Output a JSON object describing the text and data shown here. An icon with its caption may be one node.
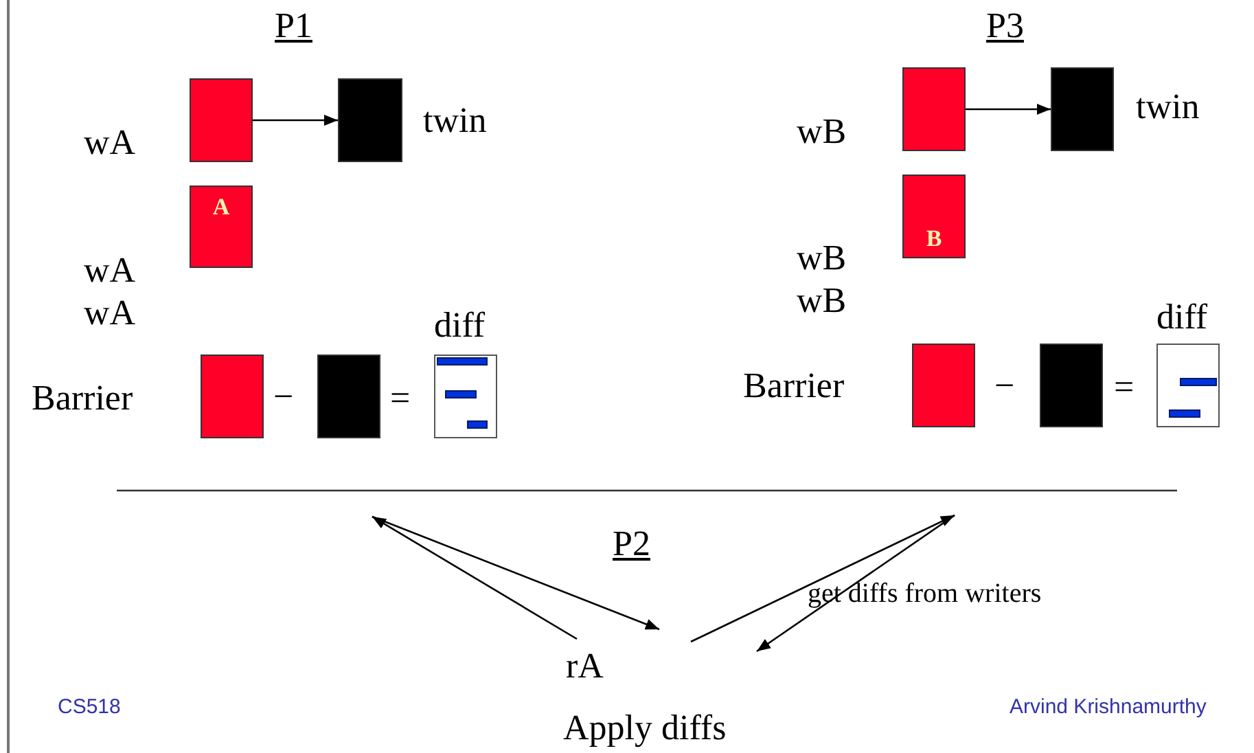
{
  "diagram": {
    "nodes": [
      {
        "text": [],
        "shape": "box"
      },
      {
        "text": [],
        "shape": "box",
        "beside": [
          "twin"
        ]
      },
      {
        "text": [
          "A"
        ]
      },
      {
        "text": [],
        "shape": "box"
      },
      {
        "text": [],
        "shape": "box"
      },
      {
        "text": [],
        "shape": "box",
        "beside": [
          "diff"
        ]
      },
      {
        "text": [],
        "shape": "box"
      },
      {
        "text": [],
        "shape": "box",
        "beside": [
          "twin"
        ]
      },
      {
        "text": [
          "B"
        ]
      },
      {
        "text": [],
        "shape": "box"
      },
      {
        "text": [],
        "shape": "box"
      },
      {
        "text": [],
        "shape": "box",
        "beside": [
          "diff"
        ]
      }
    ],
    "edges": [
      {
        "from": 0,
        "to": 1,
        "arrow": "to"
      },
      {
        "from": 6,
        "to": 7,
        "arrow": "to"
      }
    ],
    "labels": [
      "P1",
      "P3",
      "wA",
      "wB",
      "wA",
      "wA",
      "wB",
      "wB",
      "Barrier",
      "−",
      "=",
      "Barrier",
      "−",
      "=",
      "P2",
      "get diffs from writers",
      "rA",
      "CS518",
      "Apply diffs",
      "Arvind Krishnamurthy"
    ]
  }
}
